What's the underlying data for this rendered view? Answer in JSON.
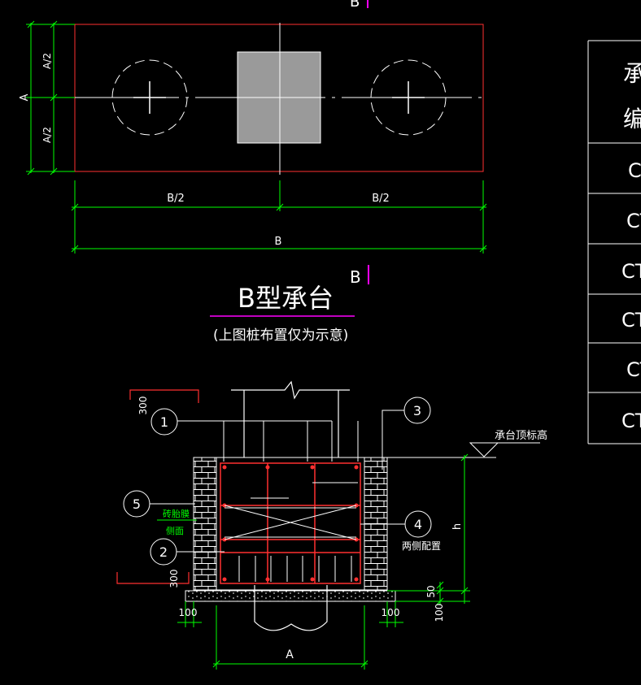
{
  "plan": {
    "section_mark_top": "B",
    "dim_a": "A",
    "dim_a_half_top": "A/2",
    "dim_a_half_bottom": "A/2",
    "dim_b_half_left": "B/2",
    "dim_b_half_right": "B/2",
    "dim_b": "B"
  },
  "title": {
    "section_mark": "B",
    "main": "B型承台",
    "note": "(上图桩布置仅为示意)"
  },
  "section": {
    "callout_1": "1",
    "callout_2": "2",
    "callout_3": "3",
    "callout_4": "4",
    "callout_5": "5",
    "dim_300_top": "300",
    "dim_300_bottom": "300",
    "brick_label_1": "砖胎膜",
    "brick_label_2": "侧面",
    "side_rebar_label": "两侧配置",
    "top_elevation": "承台顶标高",
    "dim_h": "h",
    "dim_50": "50",
    "dim_100_right": "100",
    "dim_100_left": "100",
    "dim_100_mid": "100",
    "dim_a_bottom": "A"
  },
  "table": {
    "header_line1": "承",
    "header_line2": "编",
    "rows": [
      "CT",
      "CT",
      "CT",
      "CT",
      "CT",
      "CT"
    ]
  },
  "colors": {
    "background": "#000000",
    "dimension": "#00ff00",
    "outline": "#ff3030",
    "line": "#ffffff",
    "column_fill": "#9a9a9a",
    "magenta": "#ff00ff"
  }
}
